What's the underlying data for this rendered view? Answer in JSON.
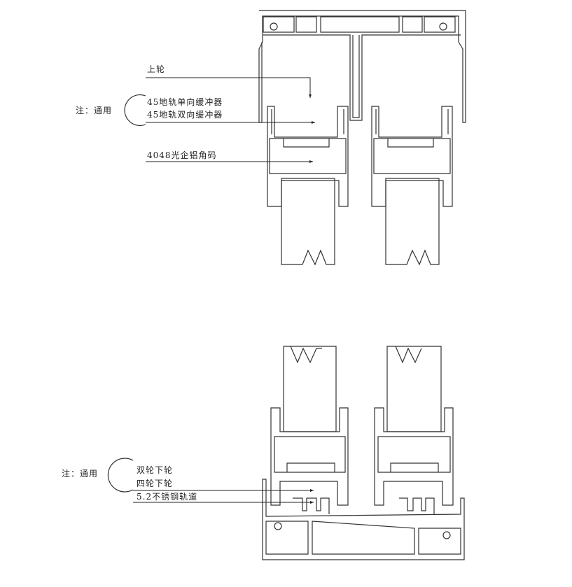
{
  "top_section": {
    "label_upper_wheel": "上轮",
    "note": "注：通用",
    "label_single_buffer": "45地轨单向缓冲器",
    "label_double_buffer": "45地轨双向缓冲器",
    "label_corner_bracket": "4048光企铝角码"
  },
  "bottom_section": {
    "note": "注：通用",
    "label_double_wheel": "双轮下轮",
    "label_four_wheel": "四轮下轮",
    "label_track": "5.2不锈钢轨道"
  }
}
